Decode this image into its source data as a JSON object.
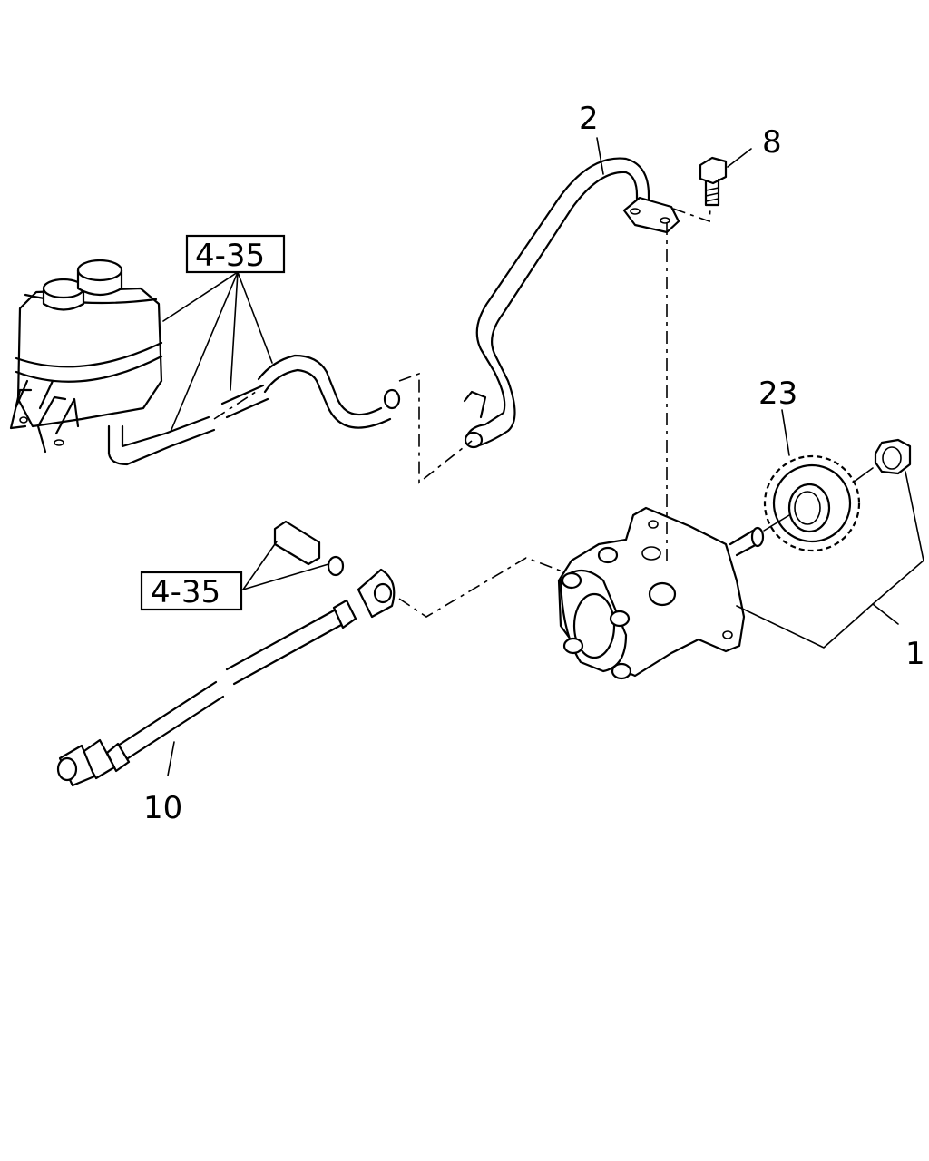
{
  "callouts": {
    "c1": "1",
    "c2": "2",
    "c8": "8",
    "c10": "10",
    "c23": "23"
  },
  "refs": {
    "top": "4-35",
    "bottom": "4-35"
  }
}
